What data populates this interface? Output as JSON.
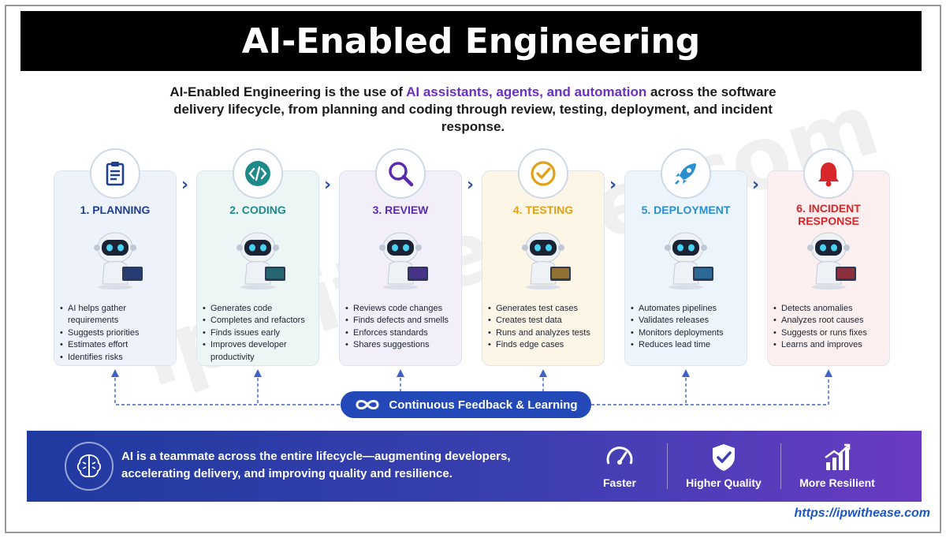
{
  "title": "AI-Enabled Engineering",
  "intro": {
    "part1": "AI-Enabled Engineering is the use of ",
    "highlight": "AI assistants, agents, and automation",
    "part2": " across the software delivery lifecycle, from planning and coding through review, testing, deployment, and incident response."
  },
  "stages": [
    {
      "title": "1. PLANNING",
      "color": "#1f3f8f",
      "bg": "#eef2fa",
      "icon": "clipboard-icon",
      "bullets": [
        "AI helps gather requirements",
        "Suggests priorities",
        "Estimates effort",
        "Identifies risks"
      ]
    },
    {
      "title": "2. CODING",
      "color": "#1f8a8a",
      "bg": "#ecf6f5",
      "icon": "code-icon",
      "bullets": [
        "Generates code",
        "Completes and refactors",
        "Finds issues early",
        "Improves developer productivity"
      ]
    },
    {
      "title": "3. REVIEW",
      "color": "#5a2bb0",
      "bg": "#f2effa",
      "icon": "magnifier-icon",
      "bullets": [
        "Reviews code changes",
        "Finds defects and smells",
        "Enforces standards",
        "Shares suggestions"
      ]
    },
    {
      "title": "4. TESTING",
      "color": "#e0a21a",
      "bg": "#fdf6e7",
      "icon": "check-circle-icon",
      "bullets": [
        "Generates test cases",
        "Creates test data",
        "Runs and analyzes tests",
        "Finds edge cases"
      ]
    },
    {
      "title": "5. DEPLOYMENT",
      "color": "#2a8fd0",
      "bg": "#ecf5fb",
      "icon": "rocket-icon",
      "bullets": [
        "Automates pipelines",
        "Validates releases",
        "Monitors deployments",
        "Reduces lead time"
      ]
    },
    {
      "title": "6. INCIDENT RESPONSE",
      "color": "#d8262a",
      "bg": "#fcefef",
      "icon": "bell-icon",
      "bullets": [
        "Detects anomalies",
        "Analyzes root causes",
        "Suggests or runs fixes",
        "Learns and improves"
      ]
    }
  ],
  "feedback": {
    "label": "Continuous Feedback & Learning",
    "icon": "infinity-icon"
  },
  "banner": {
    "text": "AI is a teammate across the entire lifecycle—augmenting developers, accelerating delivery, and improving quality and resilience.",
    "icon": "brain-icon",
    "metrics": [
      {
        "label": "Faster",
        "icon": "speedometer-icon"
      },
      {
        "label": "Higher Quality",
        "icon": "shield-check-icon"
      },
      {
        "label": "More Resilient",
        "icon": "growth-chart-icon"
      }
    ]
  },
  "watermark": "ipwithease.com",
  "source": "https://ipwithease.com"
}
